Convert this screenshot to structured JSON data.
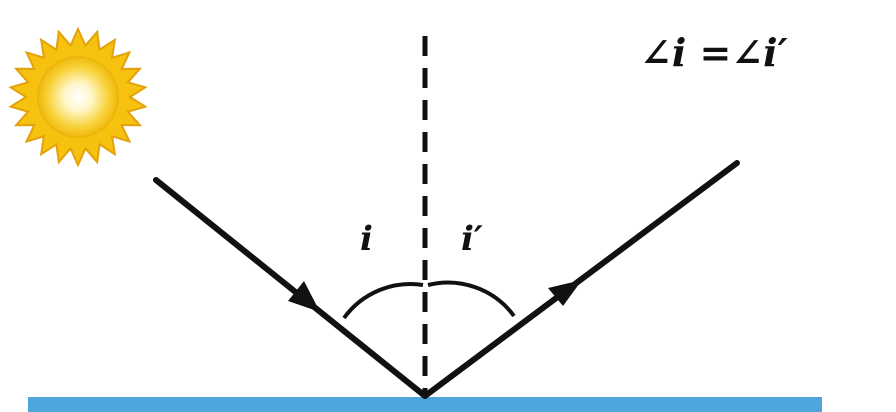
{
  "colors": {
    "sun_outer": "#f6c20f",
    "sun_edge": "#e3a10a",
    "sun_core": "#fff6c8",
    "surface": "#4ea6dc",
    "ray": "#111111",
    "normal": "#111111"
  },
  "icons": {
    "sun": "sun-icon"
  },
  "labels": {
    "incidence_angle": "i",
    "reflection_angle": "i′",
    "equation": "∠i  =∠i′"
  }
}
